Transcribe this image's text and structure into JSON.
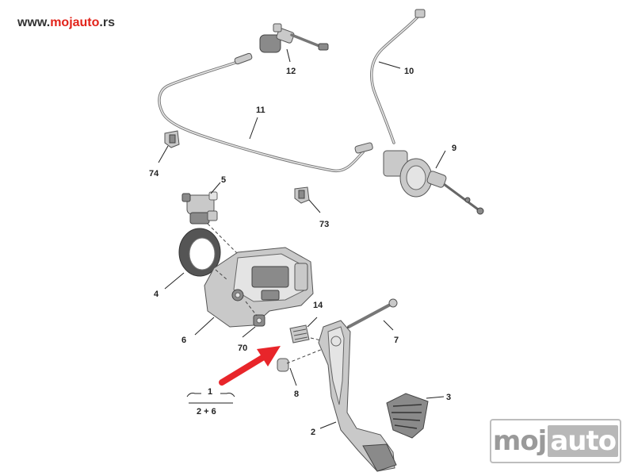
{
  "site": {
    "prefix": "www.",
    "brand": "mojauto",
    "suffix": ".rs"
  },
  "watermark": {
    "part1": "moj",
    "part2": "auto"
  },
  "labels": {
    "p1": "1",
    "p1_sub": "2 + 6",
    "p2": "2",
    "p3": "3",
    "p4": "4",
    "p5": "5",
    "p6": "6",
    "p7": "7",
    "p8": "8",
    "p9": "9",
    "p10": "10",
    "p11": "11",
    "p12": "12",
    "p14": "14",
    "p70": "70",
    "p73": "73",
    "p74": "74"
  },
  "colors": {
    "brand_red": "#e2231a",
    "arrow_red": "#e8252a"
  }
}
